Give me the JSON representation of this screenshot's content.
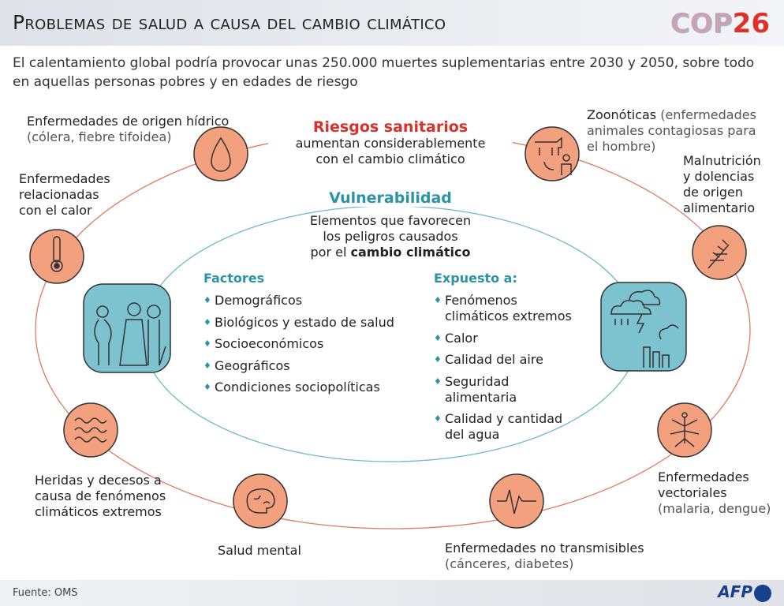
{
  "title": "Problemas de salud a causa del cambio climático",
  "logo": {
    "cop": "COP",
    "num": "26"
  },
  "subtitle": [
    "El calentamiento global podría provocar unas 250.000 muertes suplementarias entre 2030 y 2050, sobre todo",
    "en aquellas personas pobres y en edades de riesgo"
  ],
  "riesgos": {
    "title": "Riesgos sanitarios",
    "lines": [
      "aumentan considerablemente",
      "con el cambio climático"
    ]
  },
  "vulnerabilidad": {
    "title": "Vulnerabilidad",
    "lines": [
      "Elementos que favorecen",
      "los peligros causados",
      "por el "
    ],
    "bold": "cambio climático"
  },
  "factores": {
    "title": "Factores",
    "items": [
      "Demográficos",
      "Biológicos y estado de salud",
      "Socioeconómicos",
      "Geográficos",
      "Condiciones sociopolíticas"
    ]
  },
  "expuesto": {
    "title": "Expuesto a:",
    "items": [
      "Fenómenos climáticos extremos",
      "Calor",
      "Calidad del aire",
      "Seguridad alimentaria",
      "Calidad y cantidad del agua"
    ]
  },
  "risks": {
    "water": {
      "main": "Enfermedades de origen hídrico",
      "sub": "(cólera, fiebre tifoidea)"
    },
    "heat": {
      "main": "Enfermedades relacionadas con el calor"
    },
    "zoo": {
      "main": "Zoonóticas",
      "sub": "(enfermedades animales contagiosas para el hombre)"
    },
    "food": {
      "main": "Malnutrición y dolencias de origen alimentario"
    },
    "injury": {
      "main": "Heridas y decesos a causa de fenómenos climáticos extremos"
    },
    "mental": {
      "main": "Salud mental"
    },
    "ncd": {
      "main": "Enfermedades no transmisibles",
      "sub": "(cánceres, diabetes)"
    },
    "vector": {
      "main": "Enfermedades vectoriales",
      "sub": "(malaria, dengue)"
    }
  },
  "footer": {
    "source": "Fuente: OMS",
    "brand": "AFP"
  },
  "colors": {
    "orange": "#f2a07e",
    "teal": "#7cc3cf",
    "red": "#d6322a",
    "accent": "#2b93a6"
  }
}
